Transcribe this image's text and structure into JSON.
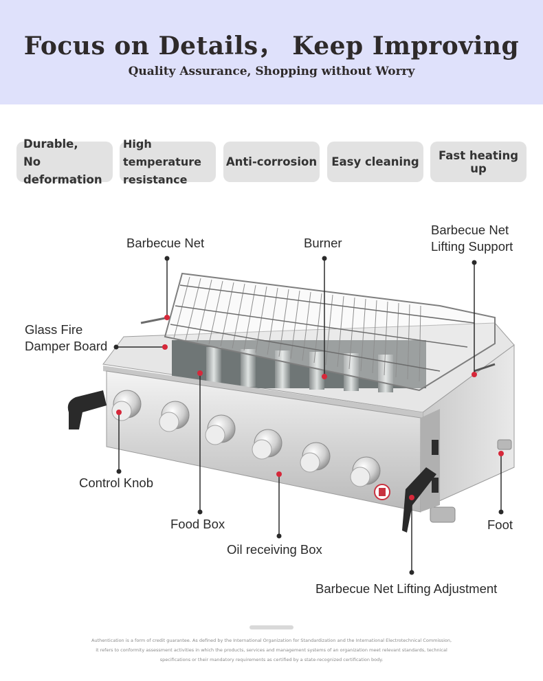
{
  "header": {
    "title": "Focus on Details， Keep Improving",
    "subtitle": "Quality Assurance, Shopping without Worry"
  },
  "features": [
    {
      "line1": "Durable,",
      "line2": "No deformation"
    },
    {
      "line1": "High temperature",
      "line2": "resistance"
    },
    {
      "line1": "Anti-corrosion"
    },
    {
      "line1": "Easy cleaning"
    },
    {
      "line1": "Fast heating up"
    }
  ],
  "callouts": {
    "barbecue_net": "Barbecue Net",
    "burner": "Burner",
    "lifting_support_line1": "Barbecue Net",
    "lifting_support_line2": "Lifting Support",
    "damper_line1": "Glass Fire",
    "damper_line2": "Damper Board",
    "control_knob": "Control Knob",
    "food_box": "Food Box",
    "oil_box": "Oil receiving Box",
    "foot": "Foot",
    "lifting_adjustment": "Barbecue Net Lifting Adjustment"
  },
  "footer": {
    "line1": "Authentication is a form of credit guarantee. As defined by the International Organization for Standardization and the International Electrotechnical Commission,",
    "line2": "it refers to conformity assessment activities in which the products, services and management systems of an organization meet relevant standards, technical",
    "line3": "specifications  or their mandatory requirements as certified by a state-recognized certification body."
  },
  "colors": {
    "hero_background": "#dfe1fb",
    "pill_background": "#e2e2e2",
    "marker_red": "#d6283a",
    "leader_line": "#2a2a2a"
  }
}
